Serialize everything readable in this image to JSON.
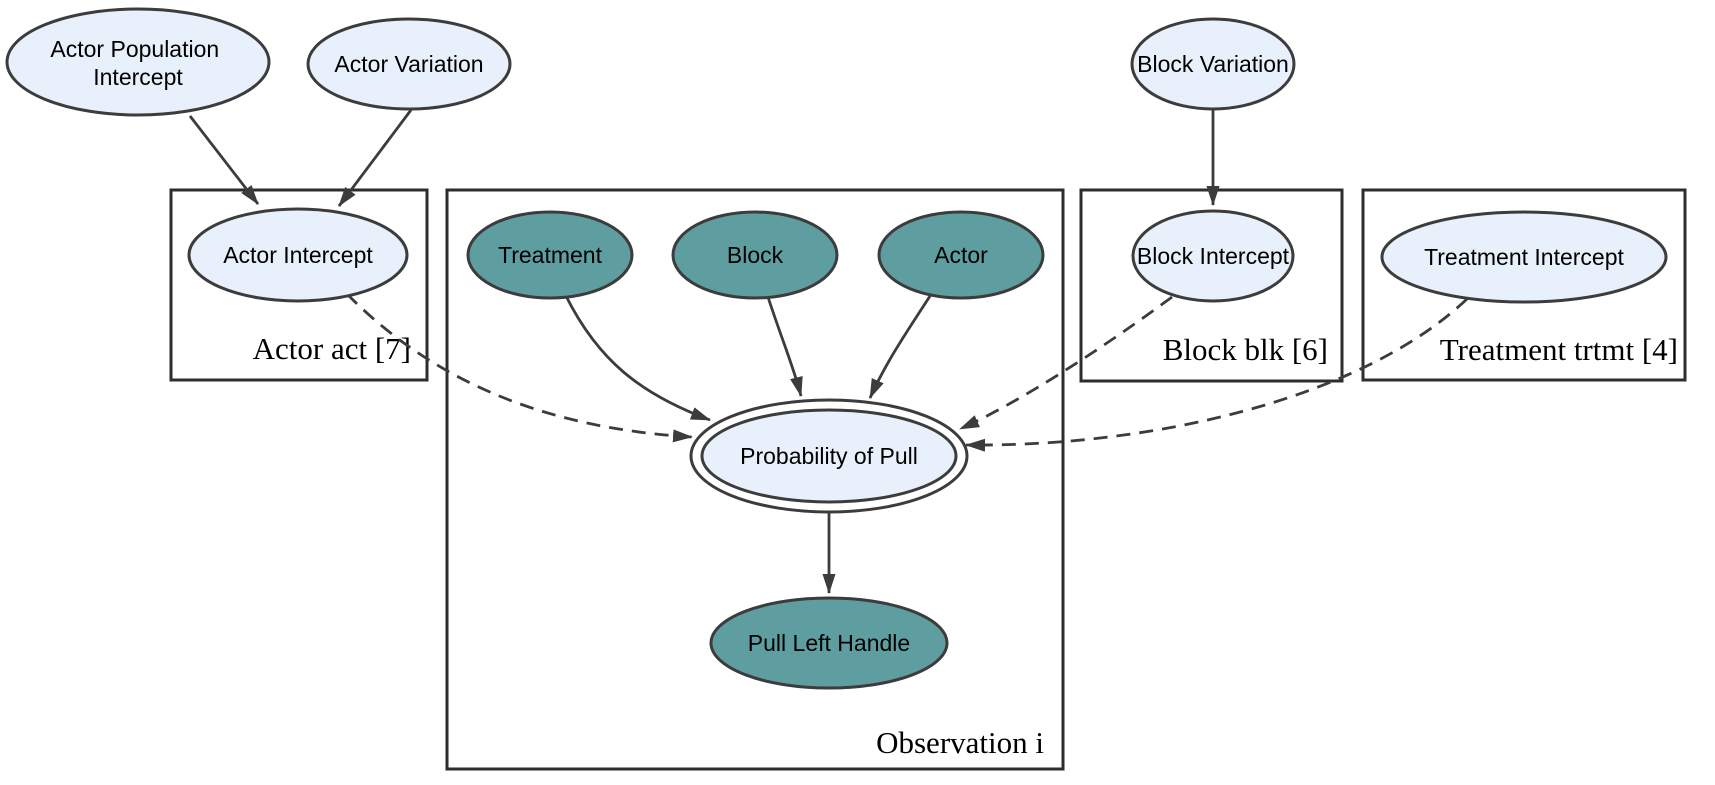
{
  "diagram": {
    "type": "plated-dag",
    "colors": {
      "latent_fill": "#E8F1FB",
      "observed_fill": "#5F9EA0",
      "ring_fill": "#FFFFFF",
      "node_stroke": "#3C3C3C",
      "edge_color": "#3C3C3C",
      "plate_border": "#2D2D2D",
      "text_color": "#000000"
    },
    "nodes": {
      "actor_pop_intercept": {
        "label_line1": "Actor Population",
        "label_line2": "Intercept"
      },
      "actor_variation": {
        "label": "Actor Variation"
      },
      "actor_intercept": {
        "label": "Actor Intercept"
      },
      "treatment": {
        "label": "Treatment"
      },
      "block": {
        "label": "Block"
      },
      "actor": {
        "label": "Actor"
      },
      "block_variation": {
        "label": "Block Variation"
      },
      "block_intercept": {
        "label": "Block Intercept"
      },
      "treatment_intercept": {
        "label": "Treatment Intercept"
      },
      "probability_of_pull": {
        "label": "Probability of Pull"
      },
      "pull_left_handle": {
        "label": "Pull Left Handle"
      }
    },
    "plates": {
      "actor": {
        "label": "Actor act [7]"
      },
      "observation": {
        "label": "Observation i"
      },
      "block": {
        "label": "Block blk [6]"
      },
      "treatment": {
        "label": "Treatment trtmt [4]"
      }
    },
    "edges": [
      {
        "from": "Actor Population Intercept",
        "to": "Actor Intercept",
        "style": "solid"
      },
      {
        "from": "Actor Variation",
        "to": "Actor Intercept",
        "style": "solid"
      },
      {
        "from": "Block Variation",
        "to": "Block Intercept",
        "style": "solid"
      },
      {
        "from": "Treatment",
        "to": "Probability of Pull",
        "style": "solid"
      },
      {
        "from": "Block",
        "to": "Probability of Pull",
        "style": "solid"
      },
      {
        "from": "Actor",
        "to": "Probability of Pull",
        "style": "solid"
      },
      {
        "from": "Probability of Pull",
        "to": "Pull Left Handle",
        "style": "solid"
      },
      {
        "from": "Actor Intercept",
        "to": "Probability of Pull",
        "style": "dashed"
      },
      {
        "from": "Block Intercept",
        "to": "Probability of Pull",
        "style": "dashed"
      },
      {
        "from": "Treatment Intercept",
        "to": "Probability of Pull",
        "style": "dashed"
      }
    ]
  }
}
